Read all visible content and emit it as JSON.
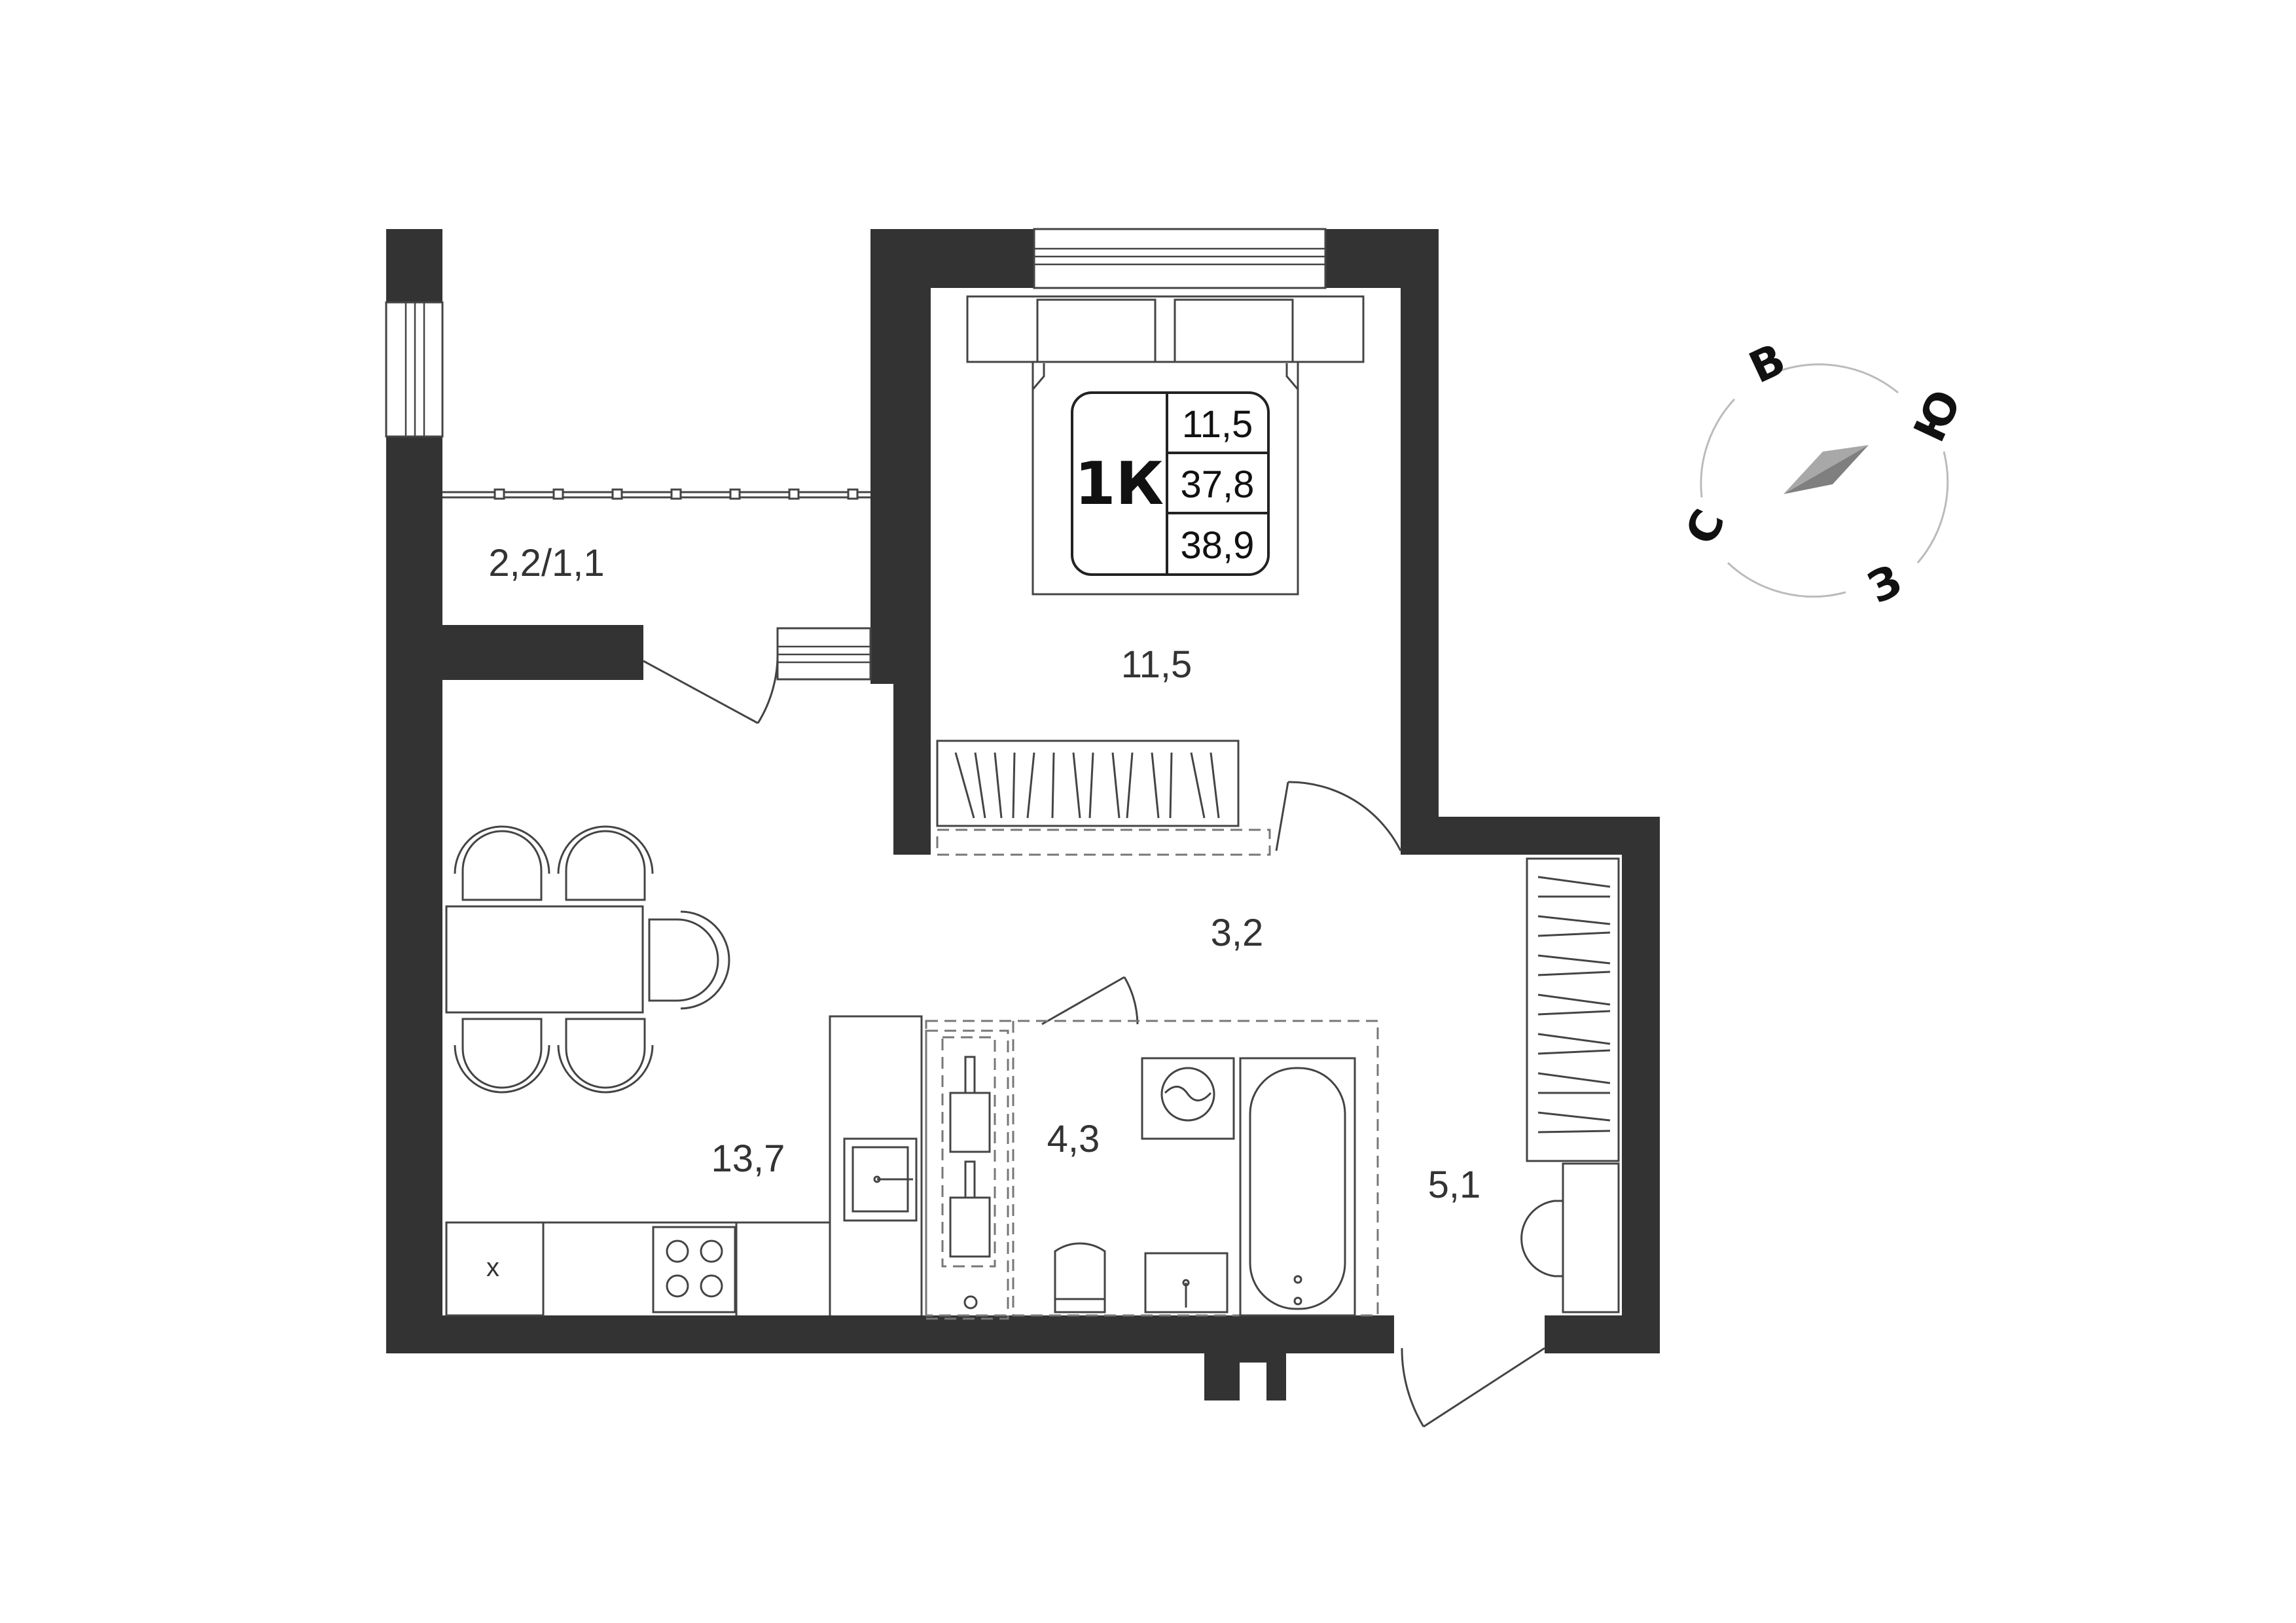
{
  "badge": {
    "rooms": "1К",
    "living_area": "11,5",
    "total_area": "37,8",
    "total_with_balcony": "38,9"
  },
  "rooms": {
    "balcony": "2,2/1,1",
    "bedroom": "11,5",
    "hall": "3,2",
    "kitchen_living": "13,7",
    "bathroom": "4,3",
    "entrance": "5,1"
  },
  "kitchen": {
    "fridge_mark": "x"
  },
  "compass": {
    "east": "В",
    "south": "Ю",
    "west": "З",
    "north": "С",
    "arrow_color": "#9a9a9a"
  }
}
